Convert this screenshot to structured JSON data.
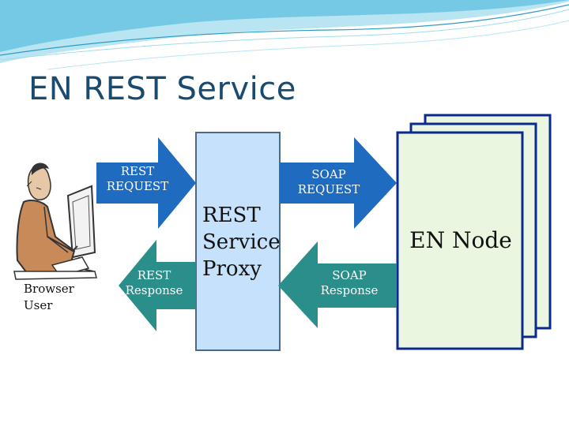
{
  "slide": {
    "title": "EN REST Service"
  },
  "user": {
    "label_line1": "Browser",
    "label_line2": "User",
    "icon": "person-at-computer-icon"
  },
  "arrows": {
    "rest_request": {
      "line1": "REST",
      "line2": "REQUEST",
      "color": "#1f6bbf"
    },
    "rest_response": {
      "line1": "REST",
      "line2": "Response",
      "color": "#2a8f8a"
    },
    "soap_request": {
      "line1": "SOAP",
      "line2": "REQUEST",
      "color": "#1f6bbf"
    },
    "soap_response": {
      "line1": "SOAP",
      "line2": "Response",
      "color": "#2a8f8a"
    }
  },
  "proxy": {
    "line1": "REST",
    "line2": "Service",
    "line3": "Proxy",
    "fill": "#c6e1fb"
  },
  "node": {
    "label": "EN Node",
    "fill": "#eaf6e0",
    "border": "#0b2a8c"
  }
}
